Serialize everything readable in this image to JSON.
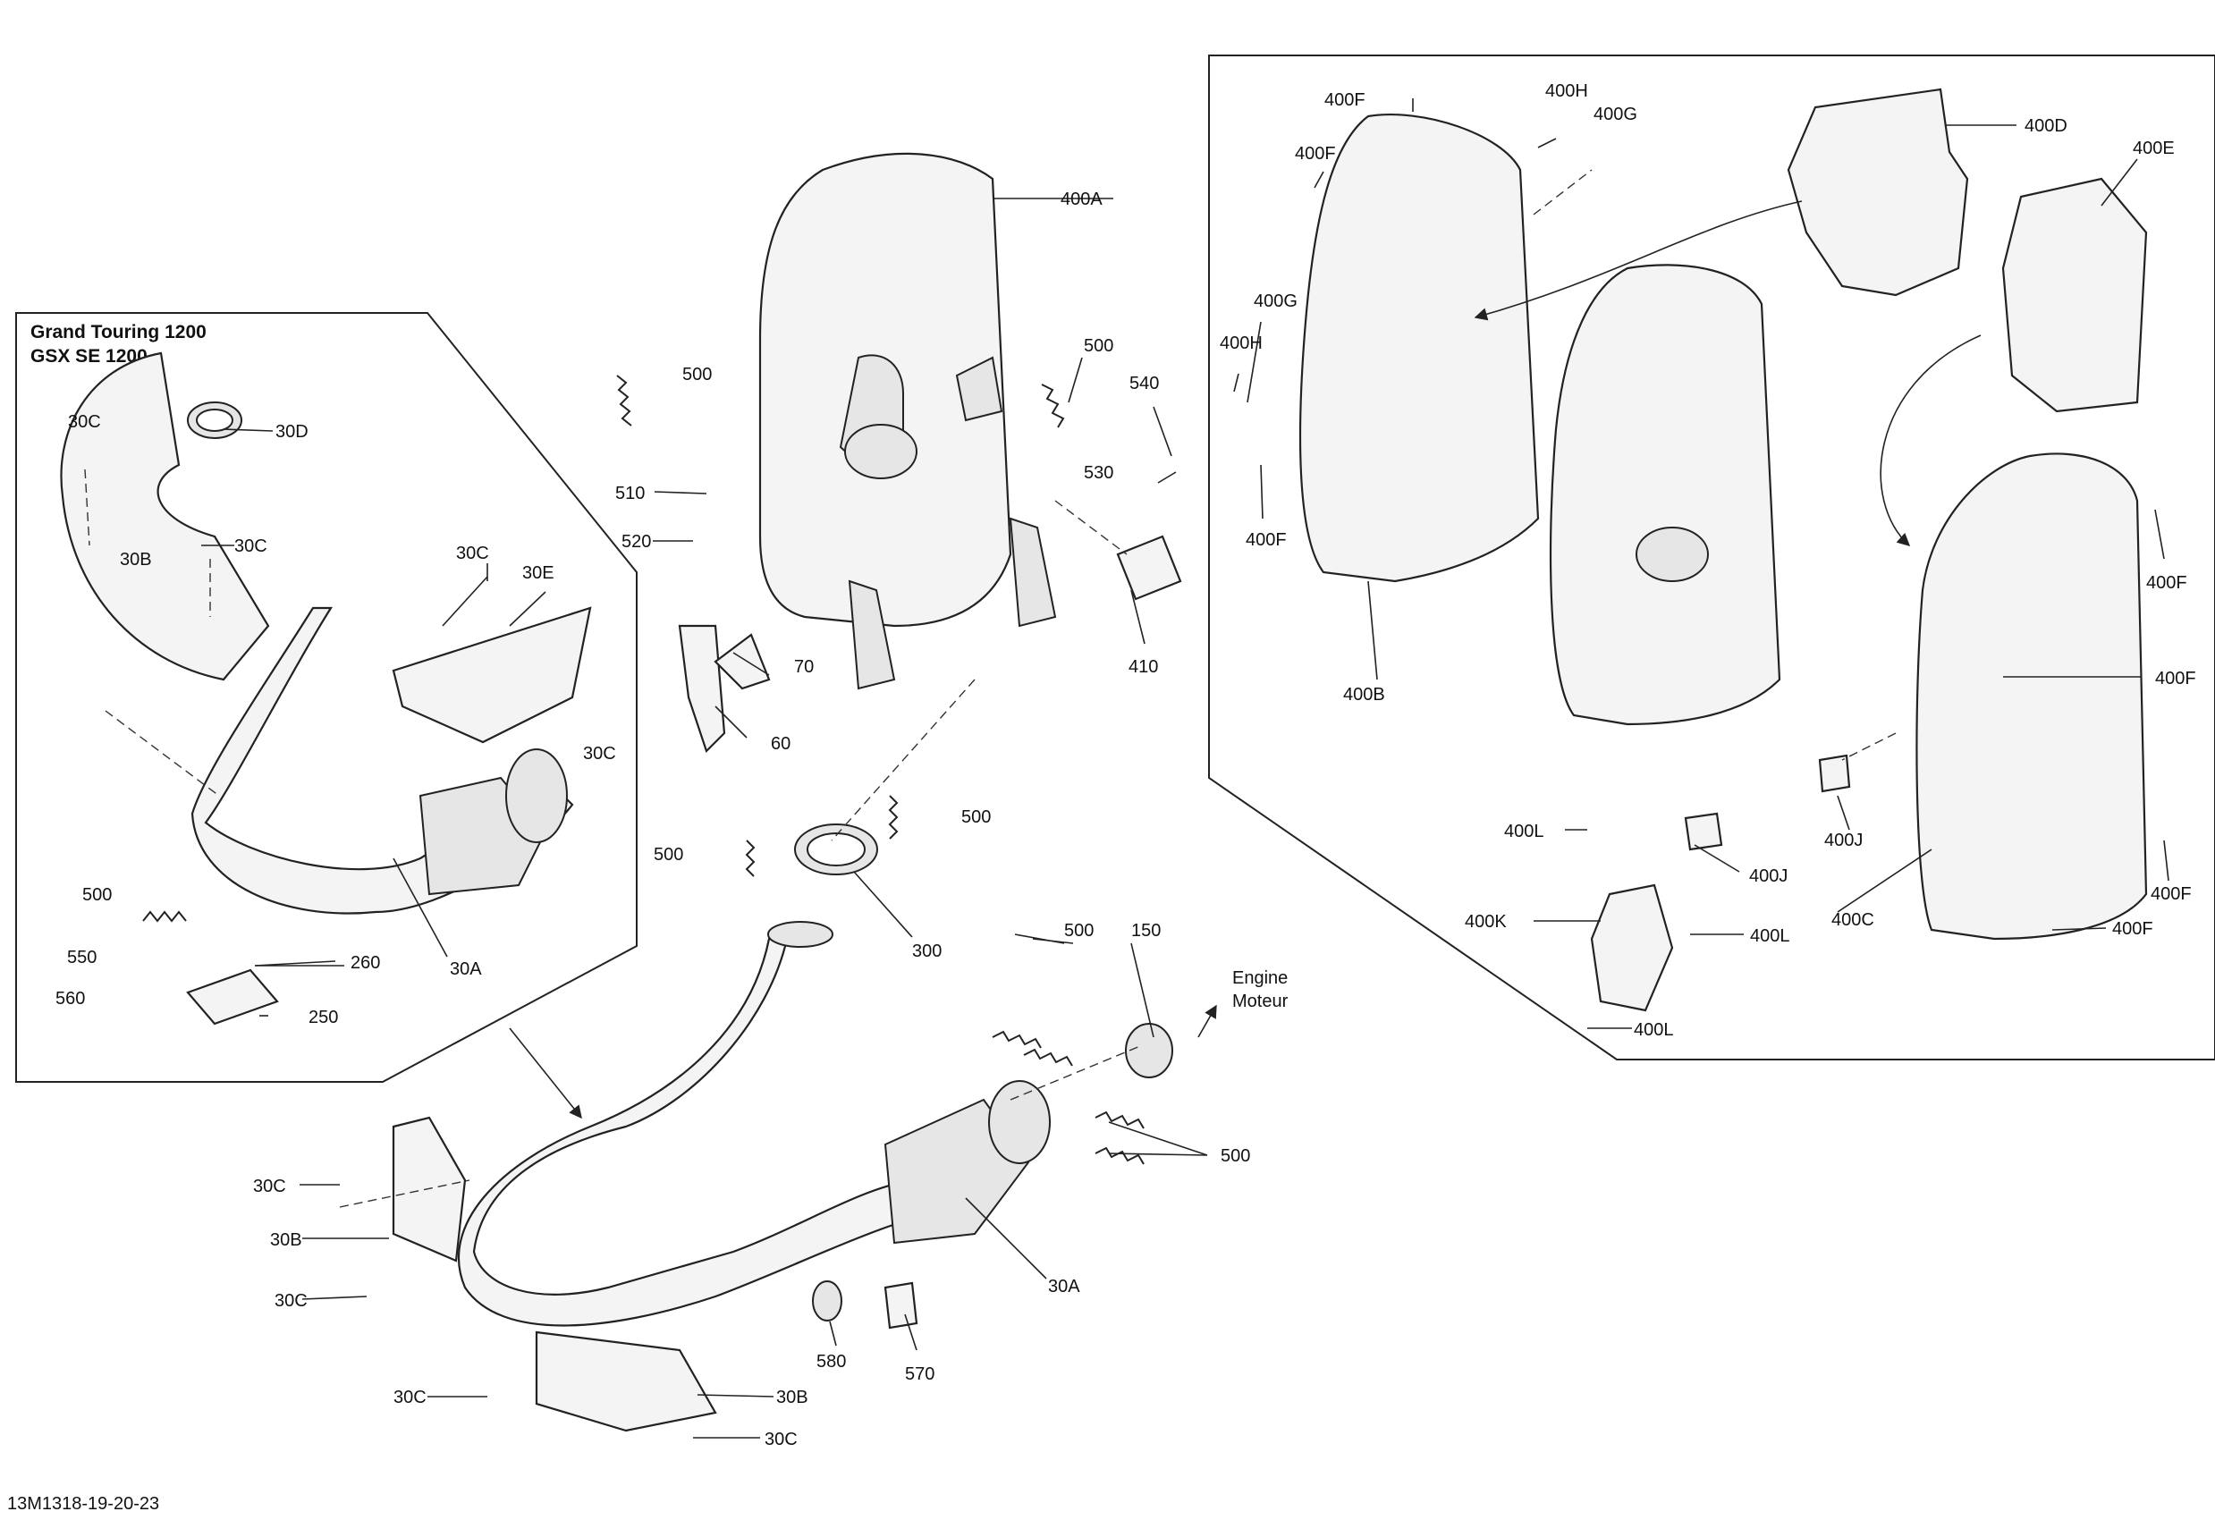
{
  "diagram_code": "13M1318-19-20-23",
  "inset_title": [
    "Grand Touring 1200",
    "GSX SE 1200"
  ],
  "engine_label": [
    "Engine",
    "Moteur"
  ],
  "callouts": {
    "l_30C_a": "30C",
    "l_30D": "30D",
    "l_30C_b": "30C",
    "l_30B_a": "30B",
    "l_30C_c": "30C",
    "l_30E": "30E",
    "l_30C_d": "30C",
    "l_500_a": "500",
    "l_550": "550",
    "l_260": "260",
    "l_560": "560",
    "l_250": "250",
    "l_30A_a": "30A",
    "l_500_b": "500",
    "l_510": "510",
    "l_520": "520",
    "l_70": "70",
    "l_60": "60",
    "l_400A": "400A",
    "l_500_c": "500",
    "l_540": "540",
    "l_530": "530",
    "l_410": "410",
    "l_500_d": "500",
    "l_500_e": "500",
    "l_300": "300",
    "l_500_f": "500",
    "l_150": "150",
    "l_500_g": "500",
    "l_30C_e": "30C",
    "l_30B_b": "30B",
    "l_30C_f": "30C",
    "l_30A_b": "30A",
    "l_580": "580",
    "l_570": "570",
    "l_30C_g": "30C",
    "l_30B_c": "30B",
    "l_30C_h": "30C",
    "l_400F_a": "400F",
    "l_400H_a": "400H",
    "l_400G_a": "400G",
    "l_400D": "400D",
    "l_400F_b": "400F",
    "l_400E": "400E",
    "l_400G_b": "400G",
    "l_400H_b": "400H",
    "l_400F_c": "400F",
    "l_400B": "400B",
    "l_400F_d": "400F",
    "l_400F_e": "400F",
    "l_400L_a": "400L",
    "l_400J_a": "400J",
    "l_400J_b": "400J",
    "l_400K": "400K",
    "l_400L_b": "400L",
    "l_400C": "400C",
    "l_400F_f": "400F",
    "l_400F_g": "400F",
    "l_400L_c": "400L"
  }
}
